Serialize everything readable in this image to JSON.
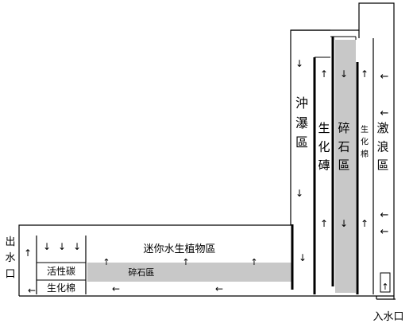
{
  "zones": {
    "outlet": "出水口",
    "inlet": "入水口",
    "mini_plant_zone": "迷你水生植物區",
    "activated_carbon": "活性碳",
    "bio_cotton_left": "生化棉",
    "crushed_stone_bottom": "碎石區",
    "flush_zone": "沖瀑區",
    "bio_brick": "生化磚",
    "crushed_stone_column": "碎石區",
    "bio_cotton_column": "生化棉",
    "wave_zone": "激浪區"
  },
  "arrows": {
    "up": "↑",
    "down": "↓",
    "left": "←"
  },
  "colors": {
    "line": "#000000",
    "gravel": "#c8c8c8",
    "background": "#ffffff"
  }
}
